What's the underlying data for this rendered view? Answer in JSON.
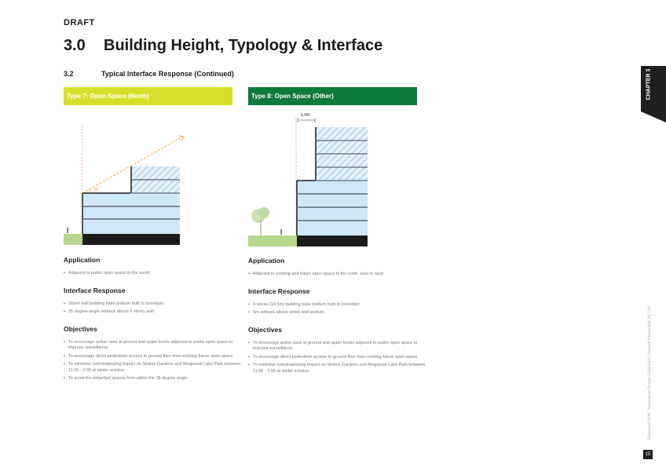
{
  "header": {
    "draft": "DRAFT",
    "section_number": "3.0",
    "section_title": "Building Height, Typology & Interface",
    "subsection_number": "3.2",
    "subsection_title": "Typical Interface Response (Continued)"
  },
  "columns": [
    {
      "type_label": "Type 7: Open Space (North)",
      "bar_color": "#d4df2a",
      "diagram": {
        "angle_label": "35°",
        "dimension_label": ""
      },
      "application_heading": "Application",
      "application": [
        "Adjacent to public open space to the south"
      ],
      "interface_heading": "Interface Response",
      "interface": [
        "Street wall building base podium built to boundary",
        "35 degree angle setback above 3 storey wall"
      ],
      "objectives_heading": "Objectives",
      "objectives": [
        "To encourage active uses at ground and upper levels adjacent to public open space to improve surveillance",
        "To encourage direct pedestrian access to ground floor from existing future open space",
        "To minimise overshadowing impact on Stokes Gardens and Ringwood Lake Park between 11:00 - 2:00 at winter solstice",
        "To avoid the detached spaces from within the 35 degree angle"
      ]
    },
    {
      "type_label": "Type 8: Open Space (Other)",
      "bar_color": "#0e7a3d",
      "diagram": {
        "dimension_label": "5.0M"
      },
      "application_heading": "Application",
      "application": [
        "Adjacent to existing and future open space to the north, east or west"
      ],
      "interface_heading": "Interface Response",
      "interface": [
        "4 storey (14.5m) building base podium built to boundary",
        "5m setback above street wall podium"
      ],
      "objectives_heading": "Objectives",
      "objectives": [
        "To encourage active uses at ground and upper levels adjacent to public open space to improve surveillance",
        "To encourage direct pedestrian access to ground floor from existing future open space",
        "To minimise overshadowing impact on Stokes Gardens and Ringwood Lake Park between 11:00 - 2:00 at winter solstice"
      ]
    }
  ],
  "sidebar": {
    "chapter_label": "CHAPTER 3",
    "footer_text": "Ringwood MAC Masterplan Design Guidelines  |  Hansen Partnership Pty Ltd",
    "page_number": "15"
  },
  "colors": {
    "glass": "#cfe8f5",
    "ground_green": "#b7d88c",
    "dark": "#1b1b1b",
    "angle_line": "#f39c2d",
    "setback_line": "#e05a5a"
  }
}
